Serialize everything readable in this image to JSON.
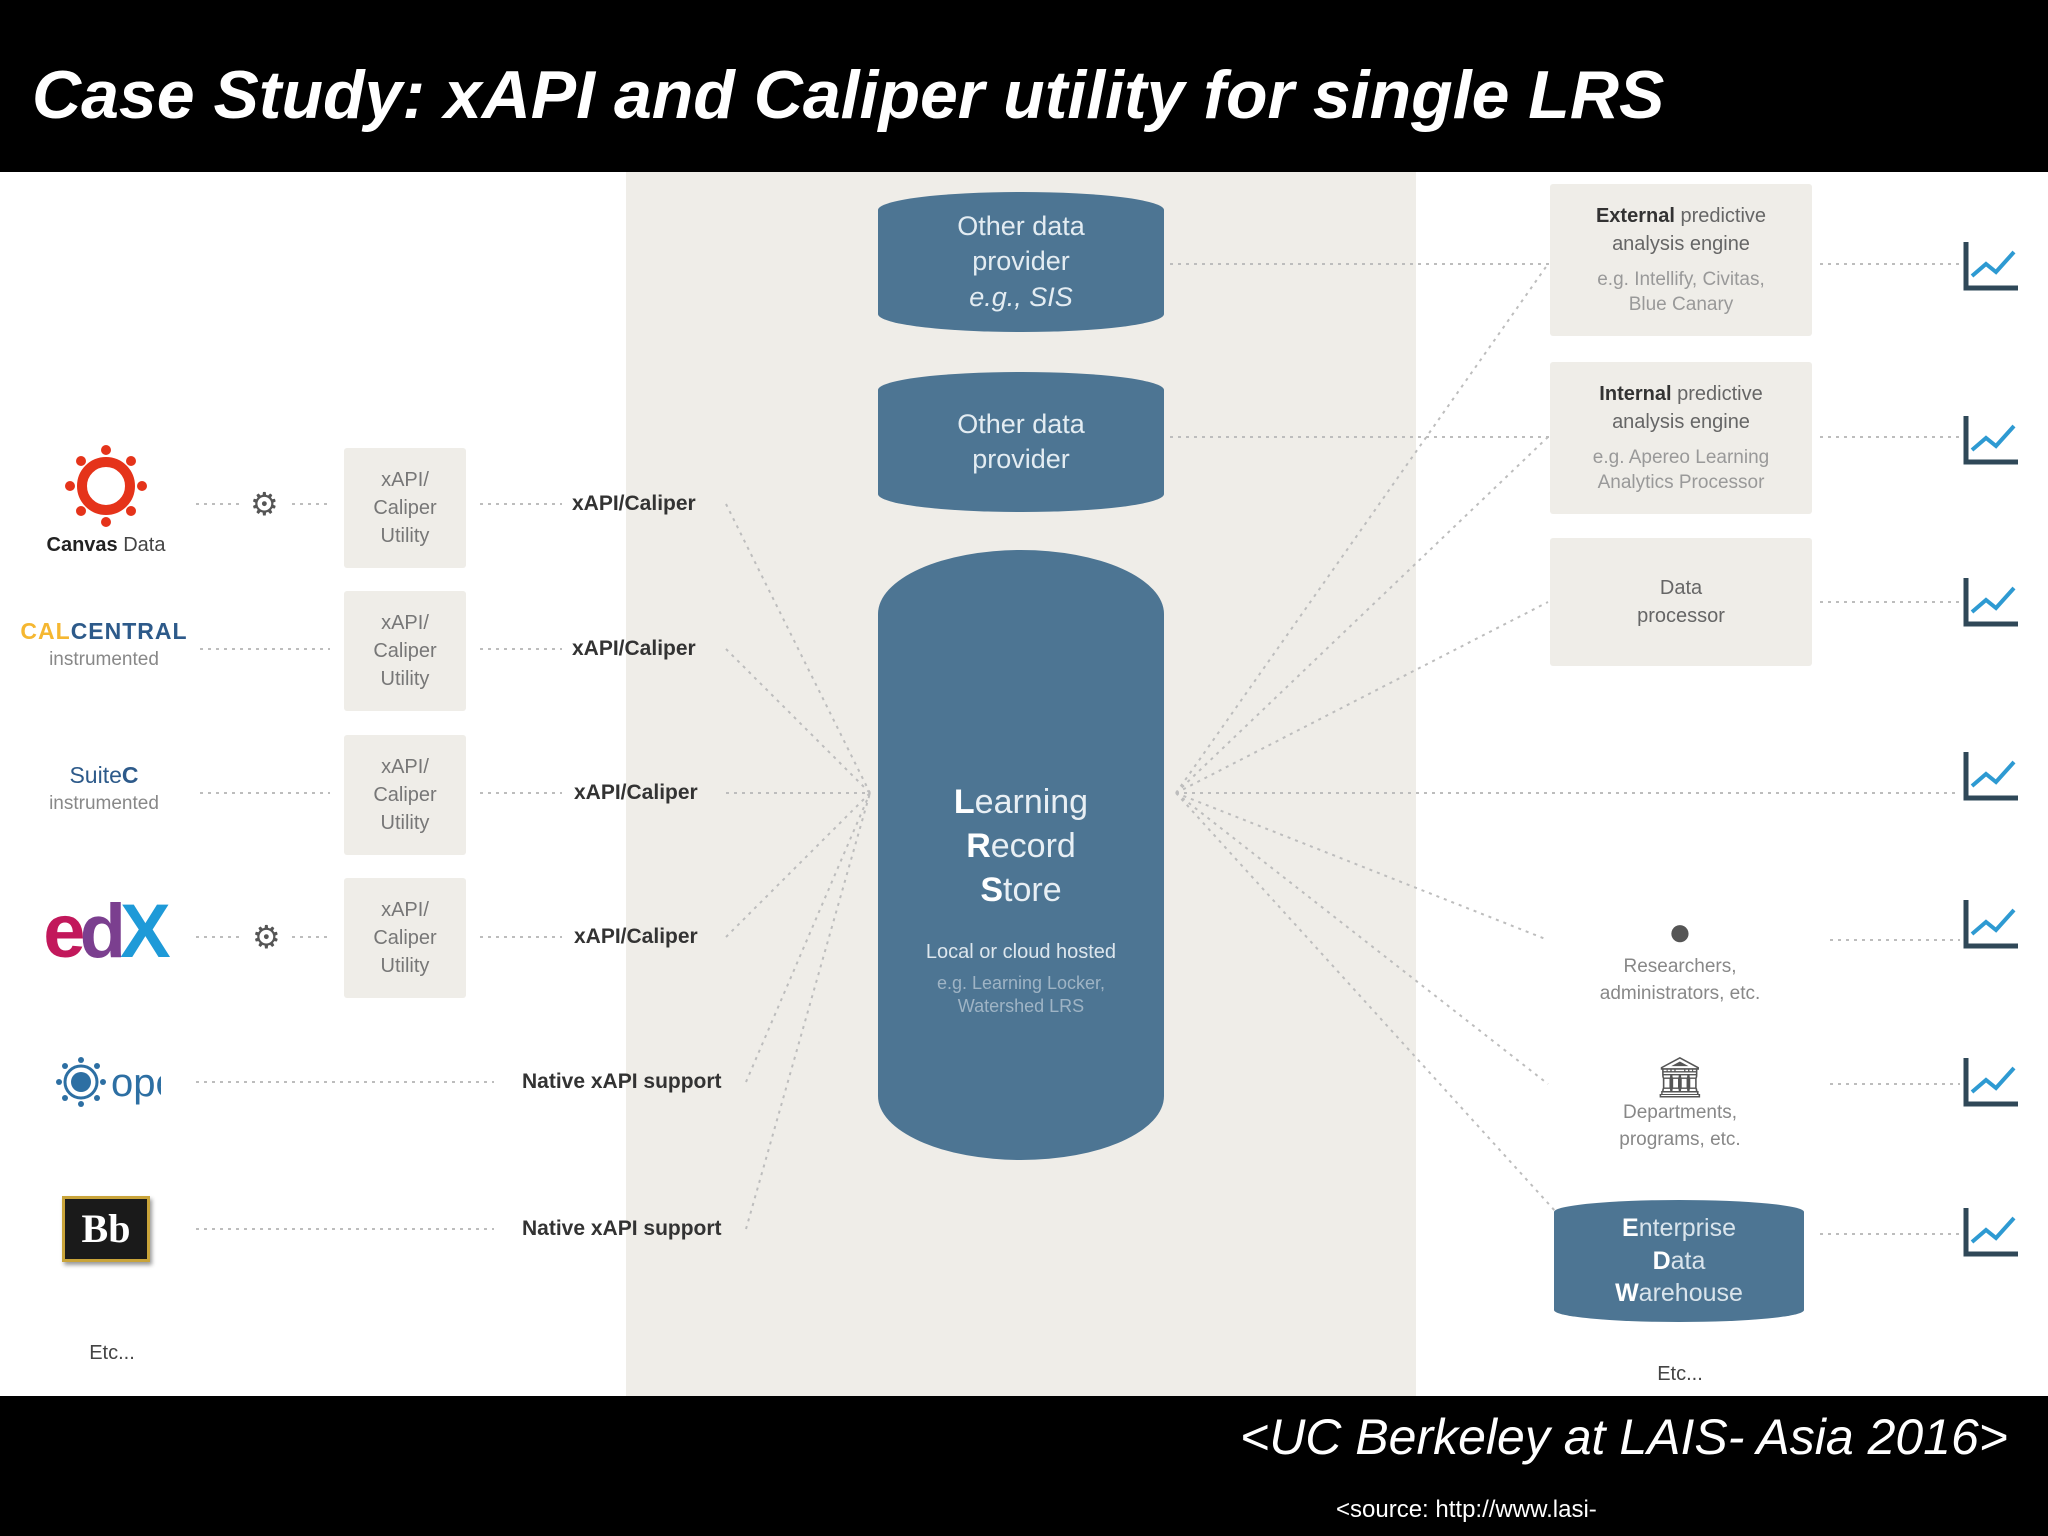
{
  "title": "Case Study: xAPI and Caliper utility for single LRS",
  "sources": {
    "canvas": {
      "bold": "Canvas",
      "rest": " Data"
    },
    "calcentral": {
      "cal": "CAL",
      "central": "CENTRAL",
      "sub": "instrumented"
    },
    "suitec": {
      "main": "Suite",
      "bold": "C",
      "sub": "instrumented"
    },
    "edx": {
      "e": "e",
      "d": "d",
      "x": "X"
    },
    "ope": {
      "text": "ope"
    },
    "bb": {
      "text": "Bb"
    },
    "etc": "Etc..."
  },
  "utility": {
    "l1": "xAPI/",
    "l2": "Caliper",
    "l3": "Utility"
  },
  "protocols": {
    "caliper": "xAPI/Caliper",
    "native": "Native xAPI support"
  },
  "center": {
    "provider1": {
      "l1": "Other data",
      "l2": "provider",
      "l3": "e.g., SIS"
    },
    "provider2": {
      "l1": "Other data",
      "l2": "provider"
    },
    "lrs": {
      "l1b": "L",
      "l1": "earning",
      "l2b": "R",
      "l2": "ecord",
      "l3b": "S",
      "l3": "tore",
      "hosted": "Local or cloud hosted",
      "eg1": "e.g. Learning Locker,",
      "eg2": "Watershed LRS"
    }
  },
  "consumers": {
    "external": {
      "bold": "External",
      "rest": " predictive",
      "l2": "analysis engine",
      "eg1": "e.g. Intellify, Civitas,",
      "eg2": "Blue Canary"
    },
    "internal": {
      "bold": "Internal",
      "rest": " predictive",
      "l2": "analysis engine",
      "eg1": "e.g. Apereo Learning",
      "eg2": "Analytics Processor"
    },
    "processor": {
      "l1": "Data",
      "l2": "processor"
    },
    "researchers": {
      "l1": "Researchers,",
      "l2": "administrators, etc."
    },
    "departments": {
      "l1": "Departments,",
      "l2": "programs, etc."
    },
    "edw": {
      "l1b": "E",
      "l1": "nterprise",
      "l2b": "D",
      "l2": "ata",
      "l3b": "W",
      "l3": "arehouse"
    },
    "etc": "Etc..."
  },
  "footer": {
    "cite": "<UC Berkeley at LAIS- Asia 2016>",
    "source": "<source: http://www.lasi-"
  },
  "colors": {
    "cylinder": "#4d7593",
    "band": "#efede8",
    "chart": "#2f4858"
  }
}
